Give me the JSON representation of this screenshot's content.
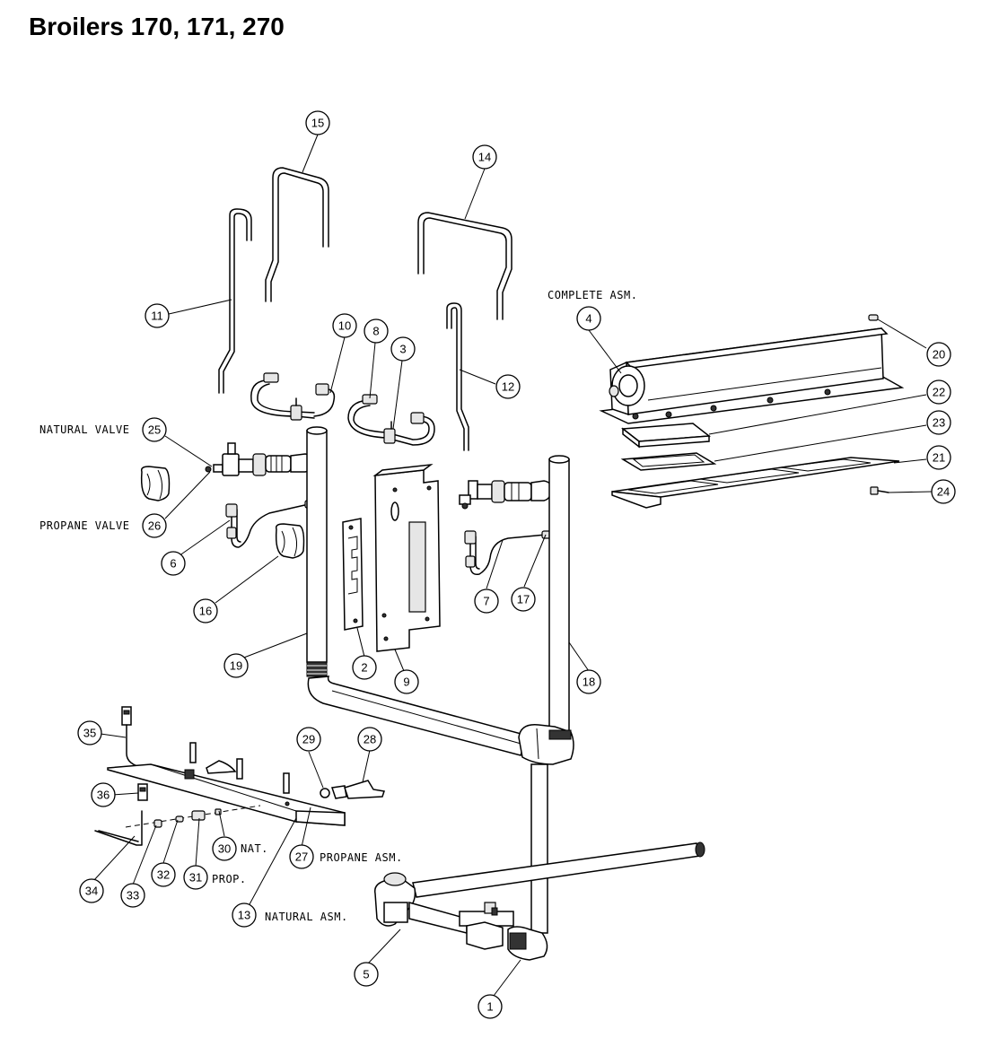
{
  "title": "Broilers 170, 171, 270",
  "labels": {
    "complete_asm": "COMPLETE ASM.",
    "natural_valve": "NATURAL VALVE",
    "propane_valve": "PROPANE VALVE",
    "nat": "NAT.",
    "prop": "PROP.",
    "propane_asm": "PROPANE ASM.",
    "natural_asm": "NATURAL ASM."
  },
  "callouts": [
    {
      "id": "1",
      "label": "1"
    },
    {
      "id": "2",
      "label": "2"
    },
    {
      "id": "3",
      "label": "3"
    },
    {
      "id": "4",
      "label": "4"
    },
    {
      "id": "5",
      "label": "5"
    },
    {
      "id": "6",
      "label": "6"
    },
    {
      "id": "7",
      "label": "7"
    },
    {
      "id": "8",
      "label": "8"
    },
    {
      "id": "9",
      "label": "9"
    },
    {
      "id": "10",
      "label": "10"
    },
    {
      "id": "11",
      "label": "11"
    },
    {
      "id": "12",
      "label": "12"
    },
    {
      "id": "13",
      "label": "13"
    },
    {
      "id": "14",
      "label": "14"
    },
    {
      "id": "15",
      "label": "15"
    },
    {
      "id": "16",
      "label": "16"
    },
    {
      "id": "17",
      "label": "17"
    },
    {
      "id": "18",
      "label": "18"
    },
    {
      "id": "19",
      "label": "19"
    },
    {
      "id": "20",
      "label": "20"
    },
    {
      "id": "21",
      "label": "21"
    },
    {
      "id": "22",
      "label": "22"
    },
    {
      "id": "23",
      "label": "23"
    },
    {
      "id": "24",
      "label": "24"
    },
    {
      "id": "25",
      "label": "25"
    },
    {
      "id": "26",
      "label": "26"
    },
    {
      "id": "27",
      "label": "27"
    },
    {
      "id": "28",
      "label": "28"
    },
    {
      "id": "29",
      "label": "29"
    },
    {
      "id": "30",
      "label": "30"
    },
    {
      "id": "31",
      "label": "31"
    },
    {
      "id": "32",
      "label": "32"
    },
    {
      "id": "33",
      "label": "33"
    },
    {
      "id": "34",
      "label": "34"
    },
    {
      "id": "35",
      "label": "35"
    },
    {
      "id": "36",
      "label": "36"
    }
  ]
}
